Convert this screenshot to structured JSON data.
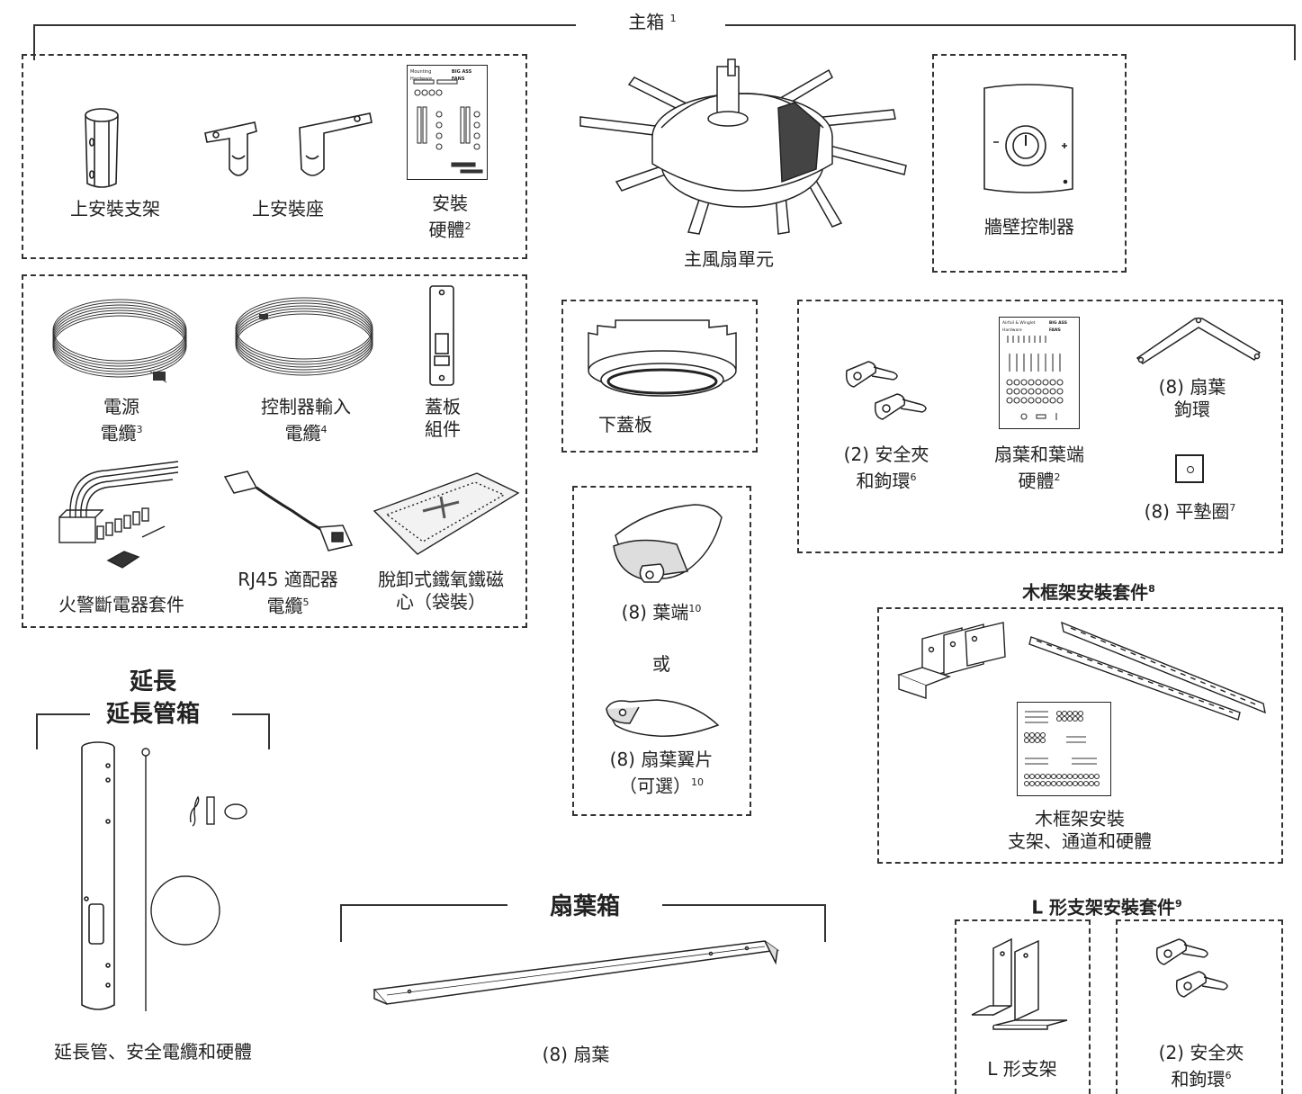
{
  "main_box": {
    "title": "主箱",
    "title_note": "1",
    "mount": {
      "upper_bracket": "上安裝支架",
      "upper_mount": "上安裝座",
      "hardware_line1": "安裝",
      "hardware_line2": "硬體",
      "hardware_note": "2"
    },
    "fan_unit": "主風扇單元",
    "wall_control": "牆壁控制器",
    "cables": {
      "power_line1": "電源",
      "power_line2": "電纜",
      "power_note": "3",
      "ctrl_line1": "控制器輸入",
      "ctrl_line2": "電纜",
      "ctrl_note": "4",
      "cover_line1": "蓋板",
      "cover_line2": "組件",
      "fire_relay": "火警斷電器套件",
      "rj45_line1": "RJ45 適配器",
      "rj45_line2": "電纜",
      "rj45_note": "5",
      "ferrite_line1": "脫卸式鐵氧鐵磁",
      "ferrite_line2": "心（袋裝）"
    },
    "lower_cover": "下蓋板",
    "blade_hw": {
      "clips_line1": "(2) 安全夾",
      "clips_line2": "和鉤環",
      "clips_note": "6",
      "hw_line1": "扇葉和葉端",
      "hw_line2": "硬體",
      "hw_note": "2",
      "retainers_line1": "(8) 扇葉",
      "retainers_line2": "鉤環",
      "washers": "(8) 平墊圈",
      "washers_note": "7"
    },
    "tips": {
      "tips_label": "(8) 葉端",
      "tips_note": "10",
      "or": "或",
      "winglets_line1": "(8) 扇葉翼片",
      "winglets_line2": "（可選）",
      "winglets_note": "10"
    }
  },
  "extension_box": {
    "title_line1": "延長",
    "title_line2": "延長管箱",
    "caption": "延長管、安全電纜和硬體"
  },
  "blade_box": {
    "title": "扇葉箱",
    "caption": "(8) 扇葉"
  },
  "wood_kit": {
    "title": "木框架安裝套件",
    "title_note": "8",
    "caption_line1": "木框架安裝",
    "caption_line2": "支架、通道和硬體"
  },
  "lbracket_kit": {
    "title": "L 形支架安裝套件",
    "title_note": "9",
    "lbracket": "L 形支架",
    "clips_line1": "(2) 安全夾",
    "clips_line2": "和鉤環",
    "clips_note": "6"
  },
  "hardware_card": {
    "brand": "BIG ASS FANS",
    "mounting_title": "Mounting Hardware",
    "blade_title": "Airfoil & Winglet Hardware"
  }
}
